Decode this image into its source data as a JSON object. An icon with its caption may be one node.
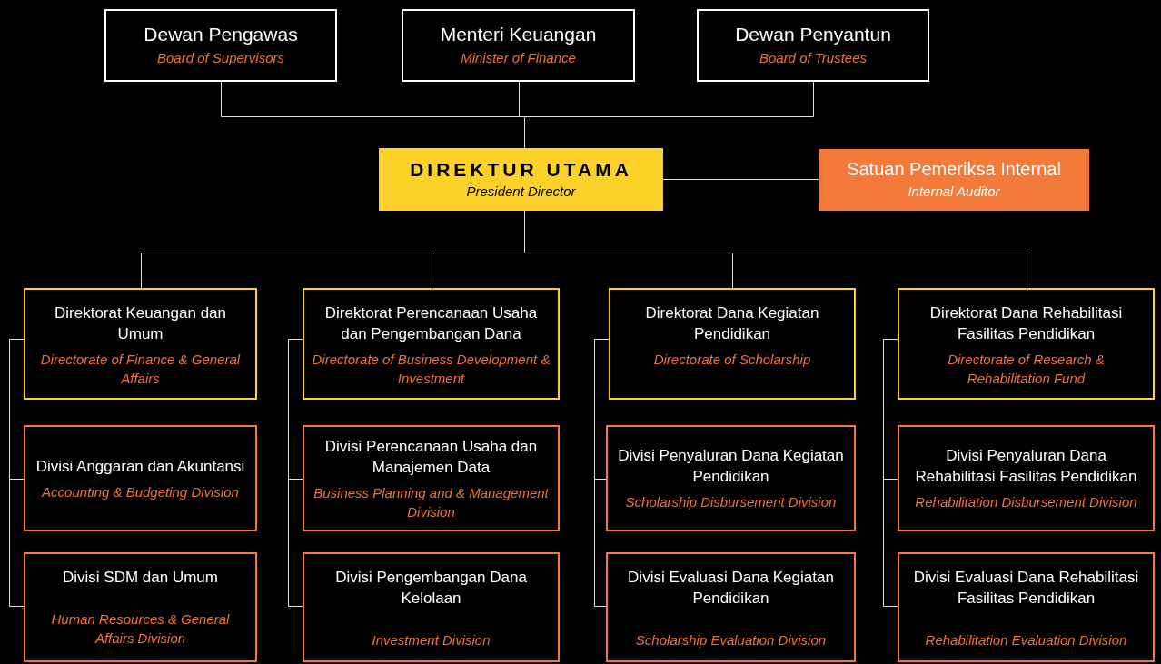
{
  "diagram": {
    "nodes": [
      {
        "text": [
          "Dewan Pengawas",
          "Board of Supervisors"
        ]
      },
      {
        "text": [
          "Menteri Keuangan",
          "Minister of Finance"
        ]
      },
      {
        "text": [
          "Dewan Penyantun",
          "Board of Trustees"
        ]
      },
      {
        "text": [
          "DIREKTUR UTAMA",
          "President Director"
        ]
      },
      {
        "text": [
          "Satuan Pemeriksa Internal",
          "Internal Auditor"
        ]
      },
      {
        "text": [
          "Direktorat Keuangan dan Umum",
          "Directorate of Finance & General Affairs"
        ]
      },
      {
        "text": [
          "Divisi Anggaran dan Akuntansi",
          "Accounting & Budgeting Division"
        ]
      },
      {
        "text": [
          "Divisi SDM dan Umum",
          "Human Resources & General Affairs Division"
        ]
      },
      {
        "text": [
          "Direktorat Perencanaan Usaha dan Pengembangan Dana",
          "Directorate of Business Development & Investment"
        ]
      },
      {
        "text": [
          "Divisi Perencanaan Usaha dan Manajemen Data",
          "Business Planning and & Management Division"
        ]
      },
      {
        "text": [
          "Divisi Pengembangan Dana Kelolaan",
          "Investment Division"
        ]
      },
      {
        "text": [
          "Direktorat Dana Kegiatan Pendidikan",
          "Directorate of Scholarship"
        ]
      },
      {
        "text": [
          "Divisi Penyaluran Dana Kegiatan Pendidikan",
          "Scholarship Disbursement Division"
        ]
      },
      {
        "text": [
          "Divisi Evaluasi Dana Kegiatan Pendidikan",
          "Scholarship Evaluation Division"
        ]
      },
      {
        "text": [
          "Direktorat Dana Rehabilitasi Fasilitas Pendidikan",
          "Directorate of Research & Rehabilitation Fund"
        ]
      },
      {
        "text": [
          "Divisi Penyaluran Dana Rehabilitasi Fasilitas Pendidikan",
          "Rehabilitation Disbursement Division"
        ]
      },
      {
        "text": [
          "Divisi Evaluasi Dana Rehabilitasi Fasilitas Pendidikan",
          "Rehabilitation Evaluation Division"
        ]
      }
    ],
    "edges": [
      {
        "from": 0,
        "to": 3,
        "arrow": "none"
      },
      {
        "from": 1,
        "to": 3,
        "arrow": "none"
      },
      {
        "from": 2,
        "to": 3,
        "arrow": "none"
      },
      {
        "from": 3,
        "to": 4,
        "arrow": "none"
      },
      {
        "from": 3,
        "to": 5,
        "arrow": "none"
      },
      {
        "from": 3,
        "to": 8,
        "arrow": "none"
      },
      {
        "from": 3,
        "to": 11,
        "arrow": "none"
      },
      {
        "from": 3,
        "to": 14,
        "arrow": "none"
      },
      {
        "from": 5,
        "to": 6,
        "arrow": "none"
      },
      {
        "from": 5,
        "to": 7,
        "arrow": "none"
      },
      {
        "from": 8,
        "to": 9,
        "arrow": "none"
      },
      {
        "from": 8,
        "to": 10,
        "arrow": "none"
      },
      {
        "from": 11,
        "to": 12,
        "arrow": "none"
      },
      {
        "from": 11,
        "to": 13,
        "arrow": "none"
      },
      {
        "from": 14,
        "to": 15,
        "arrow": "none"
      },
      {
        "from": 14,
        "to": 16,
        "arrow": "none"
      }
    ]
  }
}
